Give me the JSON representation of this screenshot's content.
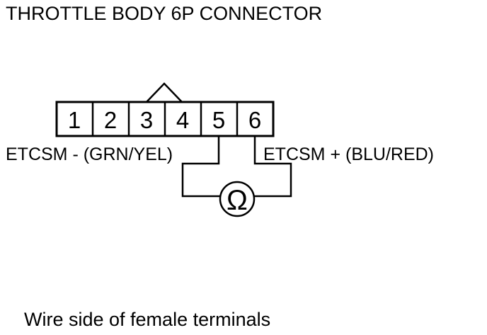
{
  "title": "THROTTLE BODY 6P CONNECTOR",
  "connector": {
    "pins": [
      "1",
      "2",
      "3",
      "4",
      "5",
      "6"
    ]
  },
  "labels": {
    "left": "ETCSM -  (GRN/YEL)",
    "right": "ETCSM +  (BLU/RED)"
  },
  "meter": {
    "symbol": "Ω",
    "icon": "ohmmeter-icon"
  },
  "caption": "Wire side of female terminals"
}
